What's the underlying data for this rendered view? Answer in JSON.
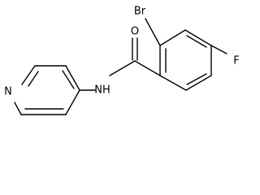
{
  "colors": {
    "bond": "#000000",
    "label": "#000000",
    "background": "#ffffff"
  },
  "atoms": {
    "bromine": "Br",
    "oxygen": "O",
    "fluorine": "F",
    "nitrogen_amide": "NH",
    "nitrogen_ring": "N"
  }
}
